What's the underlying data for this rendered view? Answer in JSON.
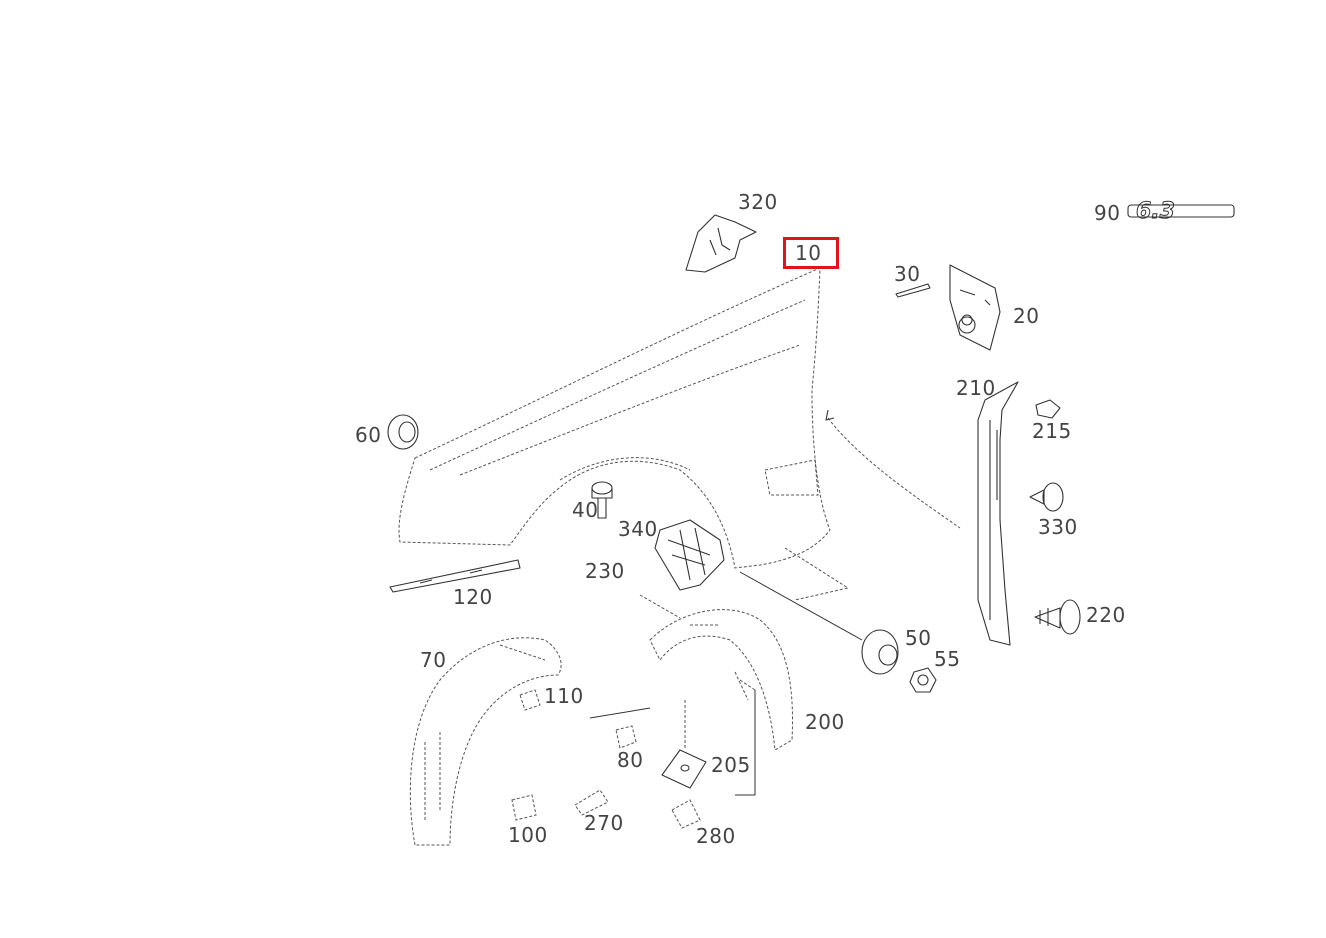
{
  "diagram": {
    "highlight_color": "#e0141b",
    "highlighted_label": "10",
    "badge_text": "6.3",
    "labels": {
      "p10": "10",
      "p20": "20",
      "p30": "30",
      "p40": "40",
      "p50": "50",
      "p55": "55",
      "p60": "60",
      "p70": "70",
      "p80": "80",
      "p90": "90",
      "p100": "100",
      "p110": "110",
      "p120": "120",
      "p200": "200",
      "p205": "205",
      "p210": "210",
      "p215": "215",
      "p220": "220",
      "p230": "230",
      "p270": "270",
      "p280": "280",
      "p320": "320",
      "p330": "330",
      "p340": "340"
    }
  }
}
